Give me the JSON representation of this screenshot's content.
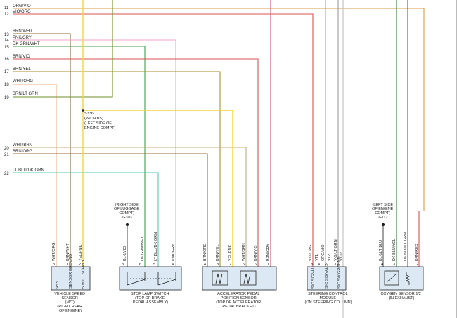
{
  "left_circuits": [
    {
      "num": "11",
      "label": "ORG/VIO"
    },
    {
      "num": "12",
      "label": "VIO/ORG"
    },
    {
      "num": "13",
      "label": "BRN/WHT"
    },
    {
      "num": "14",
      "label": "PNK/GRY"
    },
    {
      "num": "15",
      "label": "DK GRN/WHT"
    },
    {
      "num": "16",
      "label": "BRN/VIO"
    },
    {
      "num": "17",
      "label": "BRN/YEL"
    },
    {
      "num": "18",
      "label": "WHT/ORG"
    },
    {
      "num": "19",
      "label": "BRN/LT GRN"
    },
    {
      "num": "20",
      "label": "WHT/BRN"
    },
    {
      "num": "21",
      "label": "BRN/ORG"
    },
    {
      "num": "22",
      "label": "LT BLU/DK GRN"
    }
  ],
  "splice": {
    "lines": [
      "S336",
      "(W/O ABS)",
      "(LEFT SIDE OF",
      "ENGINE COMPT)"
    ]
  },
  "ground_g303": {
    "lines": [
      "(RIGHT SIDE",
      "OF LUGGAGE",
      "COMPT)",
      "G303"
    ]
  },
  "ground_g112": {
    "lines": [
      "(LEFT SIDE",
      "OF ENGINE",
      "COMPT)",
      "G112"
    ]
  },
  "components": [
    {
      "id": "vss",
      "lines": [
        "VEHICLE SPEED",
        "SENSOR",
        "(M/T)",
        "(RIGHT REAR",
        "OF ENGINE)"
      ],
      "wires": [
        "WHT/ORG",
        "BRN/WHT",
        "YEL/PNK"
      ],
      "pins": [
        "3",
        "1",
        "2"
      ],
      "signals": [
        "VSS",
        "SENSOR GROUND",
        "5 VOLT SUPPLY"
      ]
    },
    {
      "id": "stoplamp",
      "lines": [
        "STOP LAMP SWITCH",
        "(TOP OF BRAKE",
        "PEDAL ASSEMBLY)"
      ],
      "wires": [
        "BLK/VIO",
        "DK GRN/WHT",
        "LT BLU/DK GRN",
        "PNK/GRY"
      ],
      "pins": [
        "3",
        "6",
        "5",
        "4"
      ],
      "signals": []
    },
    {
      "id": "app",
      "lines": [
        "ACCELERATOR PEDAL",
        "POSITION SENSOR",
        "(TOP OF ACCELERATOR",
        "PEDAL BRACKET)"
      ],
      "wires": [
        "BRN/ORG",
        "BRN/YEL",
        "YEL/PNK",
        "WHT/BRN",
        "BRN/VIO",
        "BRN/GRY"
      ],
      "pins": [
        "4",
        "3",
        "2",
        "5",
        "6",
        "1"
      ],
      "signals": []
    },
    {
      "id": "scm",
      "lines": [
        "STEERING CONTROL",
        "MODULE",
        "(ON STEERING COLUMN)"
      ],
      "wires": [
        "VIO/ORG",
        "VT1",
        "ORG/VIO",
        "VT2",
        "VIO/LT GRN",
        "VK07"
      ],
      "pins": [
        "3",
        "4",
        "2",
        "12"
      ],
      "signals": [
        "S/C SIGNAL 1",
        "S/C SIGNAL 2",
        "S/C SW GROUND"
      ]
    },
    {
      "id": "o2s",
      "lines": [
        "OXYGEN SENSOR 1/2",
        "(IN EXHAUST)"
      ],
      "wires": [
        "BLK/LT BLU",
        "DK BLU/YEL",
        "DK BLU/LT GRN",
        "BRN/RED"
      ],
      "pins": [
        "4",
        "3",
        "1",
        "2"
      ],
      "signals": []
    }
  ],
  "colors": {
    "orange": "#d99a4a",
    "red": "#d9534f",
    "brown": "#8c6a3a",
    "pink": "#f2a6c8",
    "green": "#3fa048",
    "dark_green": "#2f7d3a",
    "yellow": "#f2d53a",
    "olive": "#a88f2a",
    "tan": "#c9a878",
    "peach": "#f0b48a",
    "cyan": "#4ec9b0",
    "gray": "#8a8a8a"
  }
}
